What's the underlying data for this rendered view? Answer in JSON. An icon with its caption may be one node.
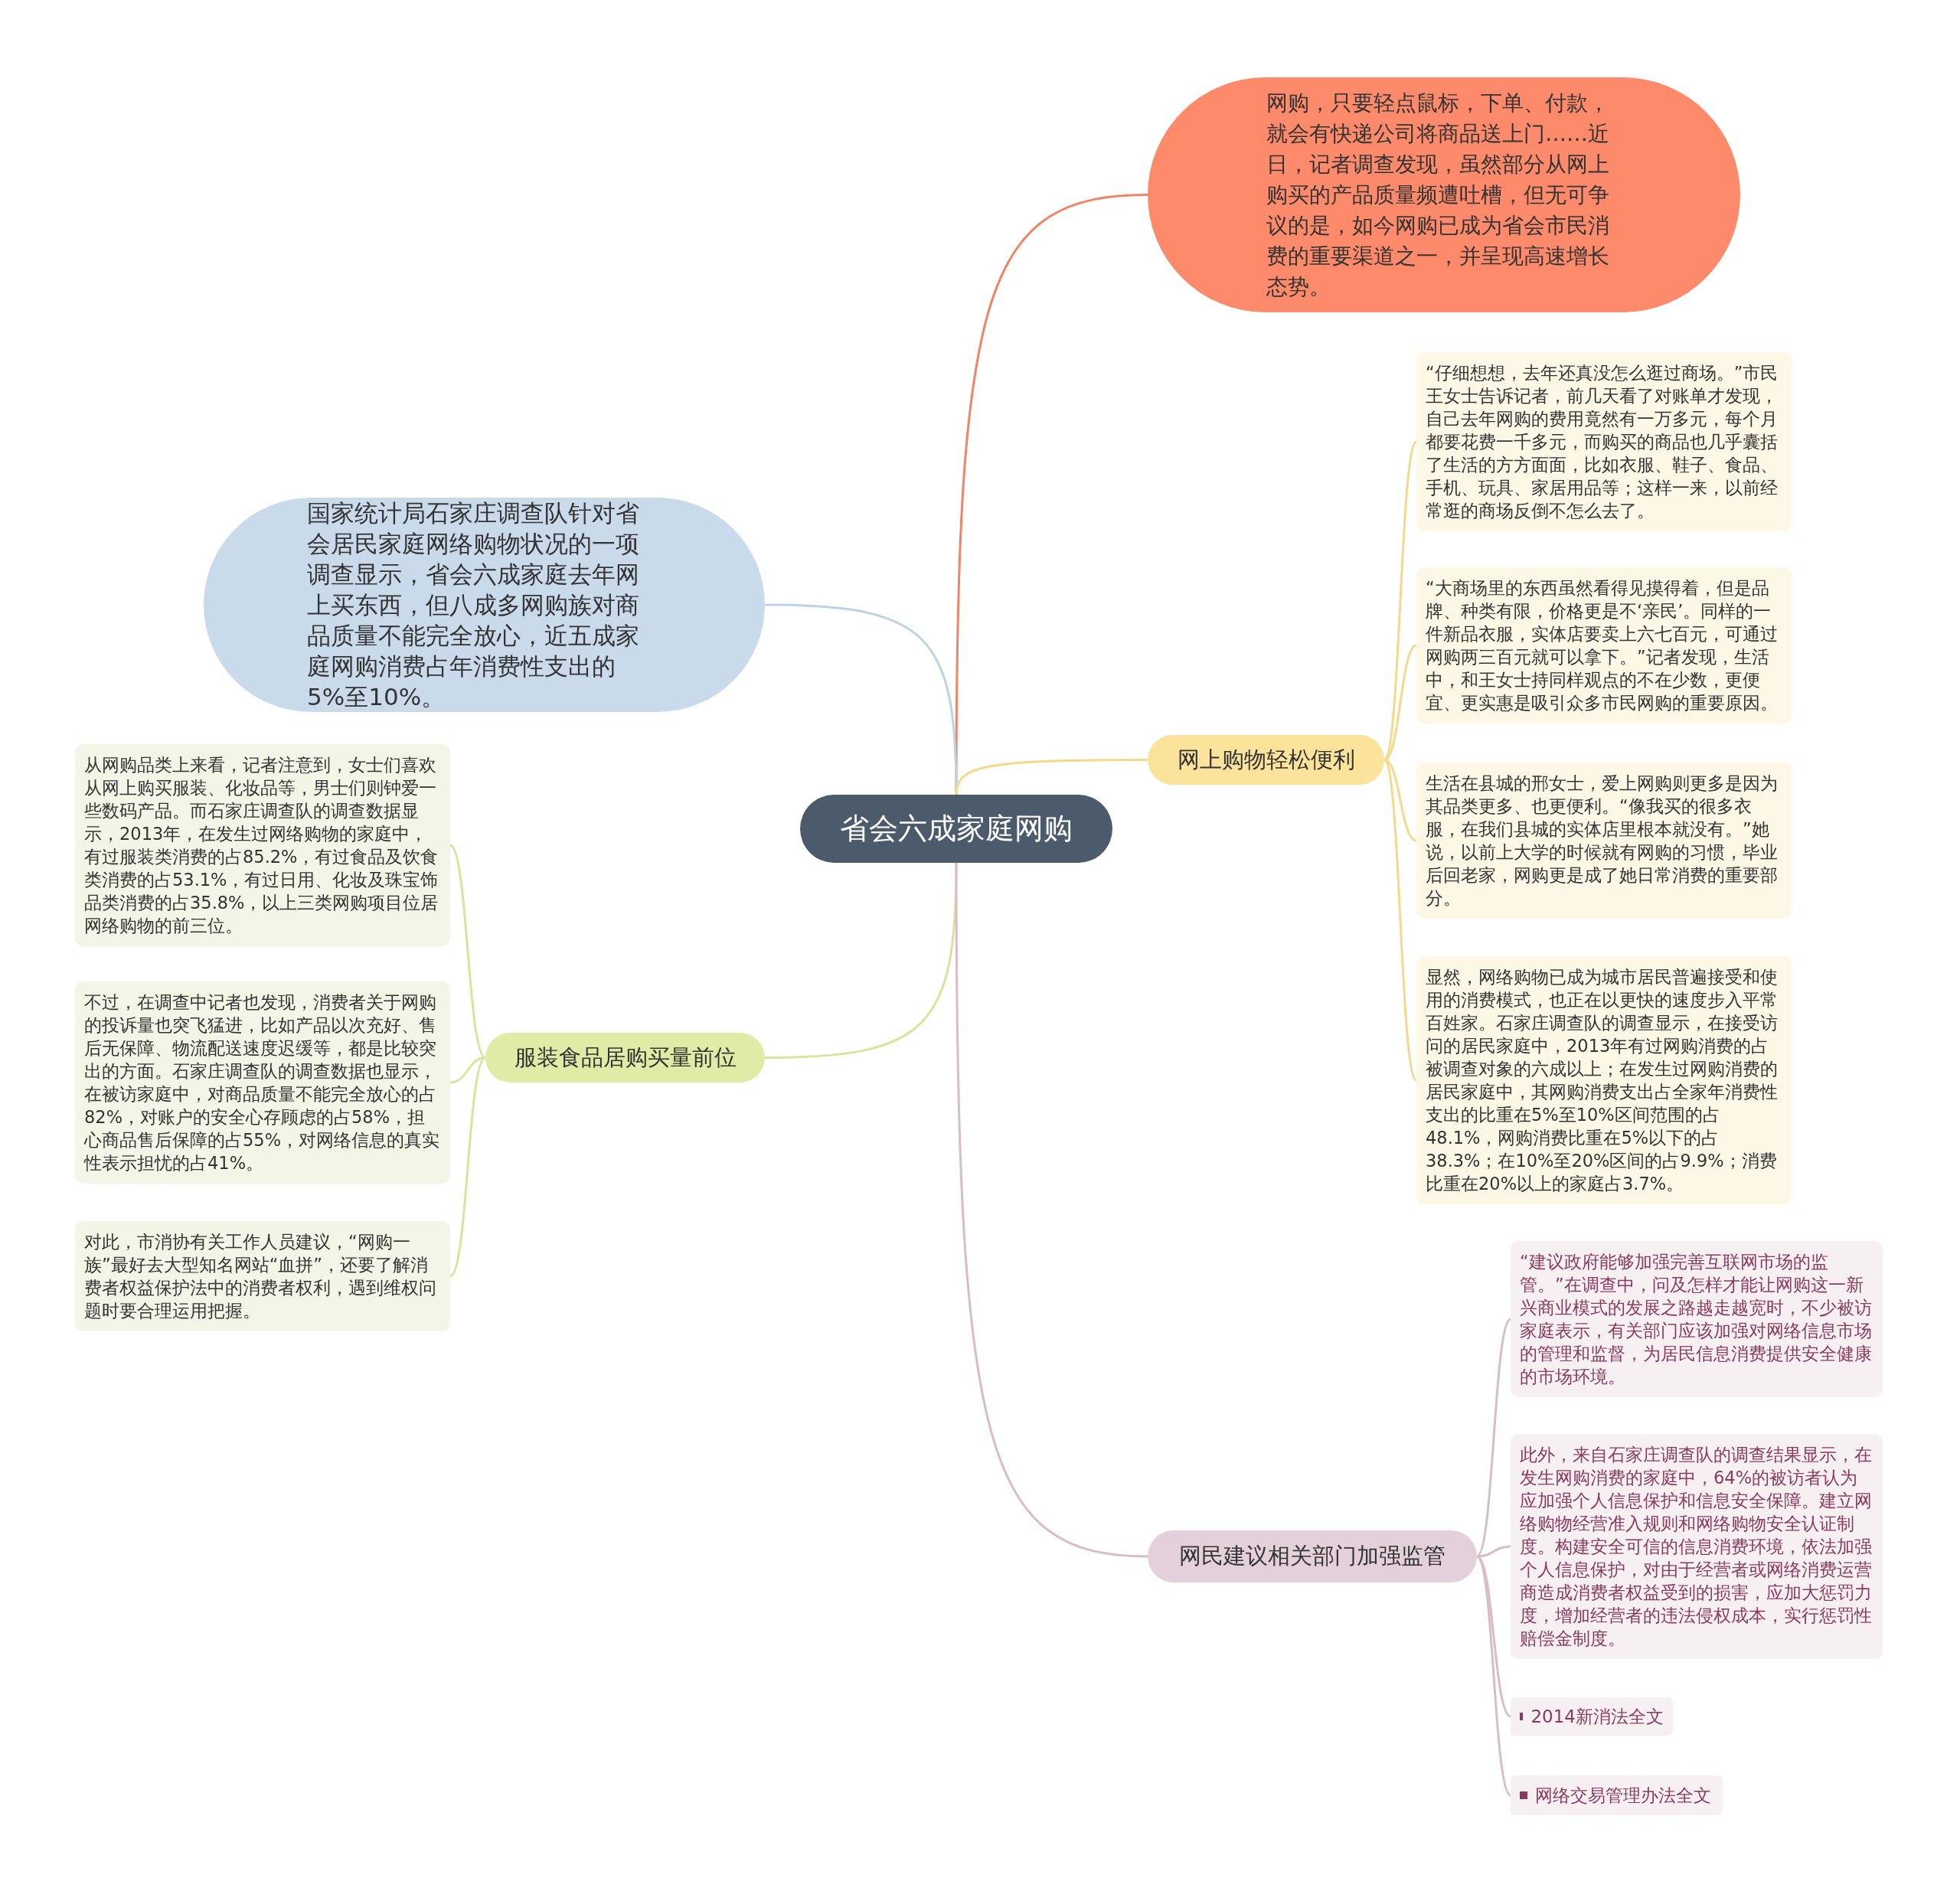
{
  "diagram": {
    "nodes": [
      {
        "text": [
          "省会六成家庭网购"
        ]
      },
      {
        "text": [
          "网购，只要轻点鼠标，下单、付款，就会有快递公司将商品送上门……近日，记者调查发现，虽然部分从网上购买的产品质量频遭吐槽，但无可争议的是，如今网购已成为省会市民消费的重要渠道之一，并呈现高速增长态势。"
        ]
      },
      {
        "text": [
          "国家统计局石家庄调查队针对省会居民家庭网络购物状况的一项调查显示，省会六成家庭去年网上买东西，但八成多网购族对商品质量不能完全放心，近五成家庭网购消费占年消费性支出的5%至10%。"
        ]
      },
      {
        "text": [
          "网上购物轻松便利"
        ]
      },
      {
        "text": [
          "“仔细想想，去年还真没怎么逛过商场。”市民王女士告诉记者，前几天看了对账单才发现，自己去年网购的费用竟然有一万多元，每个月都要花费一千多元，而购买的商品也几乎囊括了生活的方方面面，比如衣服、鞋子、食品、手机、玩具、家居用品等；这样一来，以前经常逛的商场反倒不怎么去了。"
        ]
      },
      {
        "text": [
          "“大商场里的东西虽然看得见摸得着，但是品牌、种类有限，价格更是不‘亲民’。同样的一件新品衣服，实体店要卖上六七百元，可通过网购两三百元就可以拿下。”记者发现，生活中，和王女士持同样观点的不在少数，更便宜、更实惠是吸引众多市民网购的重要原因。"
        ]
      },
      {
        "text": [
          "生活在县城的邢女士，爱上网购则更多是因为其品类更多、也更便利。“像我买的很多衣服，在我们县城的实体店里根本就没有。”她说，以前上大学的时候就有网购的习惯，毕业后回老家，网购更是成了她日常消费的重要部分。"
        ]
      },
      {
        "text": [
          "显然，网络购物已成为城市居民普遍接受和使用的消费模式，也正在以更快的速度步入平常百姓家。石家庄调查队的调查显示，在接受访问的居民家庭中，2013年有过网购消费的占被调查对象的六成以上；在发生过网购消费的居民家庭中，其网购消费支出占全家年消费性支出的比重在5%至10%区间范围的占48.1%，网购消费比重在5%以下的占38.3%；在10%至20%区间的占9.9%；消费比重在20%以上的家庭占3.7%。"
        ]
      },
      {
        "text": [
          "服装食品居购买量前位"
        ]
      },
      {
        "text": [
          "从网购品类上来看，记者注意到，女士们喜欢从网上购买服装、化妆品等，男士们则钟爱一些数码产品。而石家庄调查队的调查数据显示，2013年，在发生过网络购物的家庭中，有过服装类消费的占85.2%，有过食品及饮食类消费的占53.1%，有过日用、化妆及珠宝饰品类消费的占35.8%，以上三类网购项目位居网络购物的前三位。"
        ]
      },
      {
        "text": [
          "不过，在调查中记者也发现，消费者关于网购的投诉量也突飞猛进，比如产品以次充好、售后无保障、物流配送速度迟缓等，都是比较突出的方面。石家庄调查队的调查数据也显示，在被访家庭中，对商品质量不能完全放心的占82%，对账户的安全心存顾虑的占58%，担心商品售后保障的占55%，对网络信息的真实性表示担忧的占41%。"
        ]
      },
      {
        "text": [
          "对此，市消协有关工作人员建议，“网购一族”最好去大型知名网站“血拼”，还要了解消费者权益保护法中的消费者权利，遇到维权问题时要合理运用把握。"
        ]
      },
      {
        "text": [
          "网民建议相关部门加强监管"
        ]
      },
      {
        "text": [
          "“建议政府能够加强完善互联网市场的监管。”在调查中，问及怎样才能让网购这一新兴商业模式的发展之路越走越宽时，不少被访家庭表示，有关部门应该加强对网络信息市场的管理和监督，为居民信息消费提供安全健康的市场环境。"
        ]
      },
      {
        "text": [
          "此外，来自石家庄调查队的调查结果显示，在发生网购消费的家庭中，64%的被访者认为应加强个人信息保护和信息安全保障。建立网络购物经营准入规则和网络购物安全认证制度。构建安全可信的信息消费环境，依法加强个人信息保护，对由于经营者或网络消费运营商造成消费者权益受到的损害，应加大惩罚力度，增加经营者的违法侵权成本，实行惩罚性赔偿金制度。"
        ]
      },
      {
        "text": [
          "2014新消法全文"
        ]
      },
      {
        "text": [
          "网络交易管理办法全文"
        ]
      }
    ],
    "edges": [
      {
        "from": 0,
        "to": 1,
        "arrow": "none",
        "color": "#ee8566"
      },
      {
        "from": 0,
        "to": 2,
        "arrow": "none",
        "color": "#bcd2e6"
      },
      {
        "from": 0,
        "to": 3,
        "arrow": "none",
        "color": "#f5d98a"
      },
      {
        "from": 0,
        "to": 8,
        "arrow": "none",
        "color": "#d6e59a"
      },
      {
        "from": 0,
        "to": 12,
        "arrow": "none",
        "color": "#d9bcc8"
      },
      {
        "from": 3,
        "to": 4,
        "arrow": "none",
        "color": "#f5d98a"
      },
      {
        "from": 3,
        "to": 5,
        "arrow": "none",
        "color": "#f5d98a"
      },
      {
        "from": 3,
        "to": 6,
        "arrow": "none",
        "color": "#f5d98a"
      },
      {
        "from": 3,
        "to": 7,
        "arrow": "none",
        "color": "#f5d98a"
      },
      {
        "from": 8,
        "to": 9,
        "arrow": "none",
        "color": "#d6e59a"
      },
      {
        "from": 8,
        "to": 10,
        "arrow": "none",
        "color": "#d6e59a"
      },
      {
        "from": 8,
        "to": 11,
        "arrow": "none",
        "color": "#d6e59a"
      },
      {
        "from": 12,
        "to": 13,
        "arrow": "none",
        "color": "#d9bcc8"
      },
      {
        "from": 12,
        "to": 14,
        "arrow": "none",
        "color": "#d9bcc8"
      },
      {
        "from": 12,
        "to": 15,
        "arrow": "none",
        "color": "#d9bcc8"
      },
      {
        "from": 12,
        "to": 16,
        "arrow": "none",
        "color": "#d9bcc8"
      }
    ]
  }
}
